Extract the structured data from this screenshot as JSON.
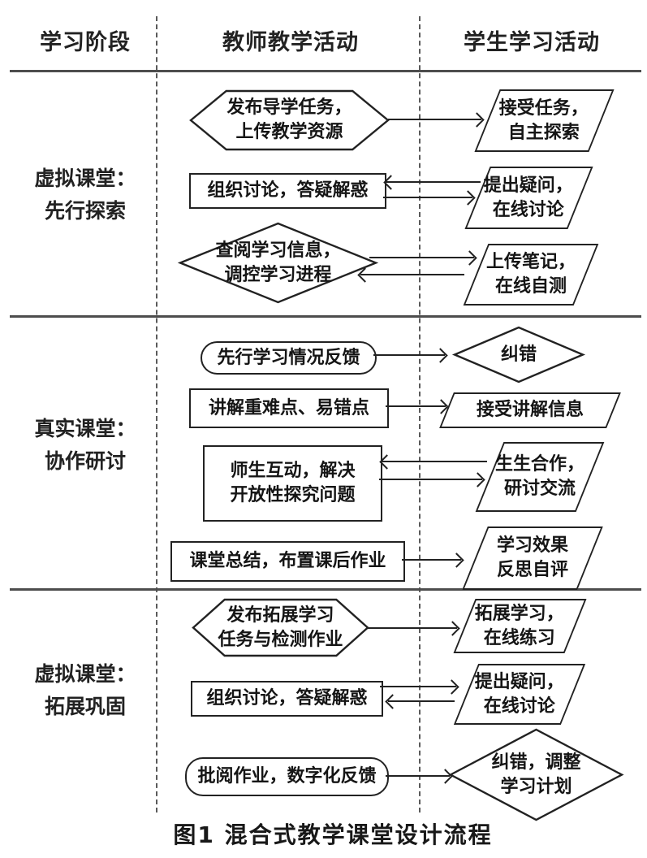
{
  "header": {
    "stage": "学习阶段",
    "teacher": "教师教学活动",
    "student": "学生学习活动"
  },
  "colors": {
    "ink": "#222222",
    "rule": "#4d4d4d",
    "background": "#ffffff"
  },
  "sections": [
    {
      "stage_line1": "虚拟课堂：",
      "stage_line2": "先行探索",
      "rows": [
        {
          "teacher_shape": "hexagon",
          "teacher_line1": "发布导学任务，",
          "teacher_line2": "上传教学资源",
          "arrows": [
            "teacher→student"
          ],
          "student_shape": "parallelogram",
          "student_line1": "接受任务，",
          "student_line2": "自主探索"
        },
        {
          "teacher_shape": "rectangle",
          "teacher_line1": "组织讨论，答疑解惑",
          "arrows": [
            "student→teacher",
            "teacher→student"
          ],
          "student_shape": "parallelogram",
          "student_line1": "提出疑问，",
          "student_line2": "在线讨论"
        },
        {
          "teacher_shape": "diamond",
          "teacher_line1": "查阅学习信息，",
          "teacher_line2": "调控学习进程",
          "arrows": [
            "teacher→student",
            "student→teacher"
          ],
          "student_shape": "parallelogram",
          "student_line1": "上传笔记，",
          "student_line2": "在线自测"
        }
      ]
    },
    {
      "stage_line1": "真实课堂：",
      "stage_line2": "协作研讨",
      "rows": [
        {
          "teacher_shape": "stadium",
          "teacher_line1": "先行学习情况反馈",
          "arrows": [
            "teacher→student"
          ],
          "student_shape": "diamond",
          "student_line1": "纠错"
        },
        {
          "teacher_shape": "rectangle",
          "teacher_line1": "讲解重难点、易错点",
          "arrows": [
            "teacher→student"
          ],
          "student_shape": "parallelogram",
          "student_line1": "接受讲解信息"
        },
        {
          "teacher_shape": "rectangle",
          "teacher_line1": "师生互动，解决",
          "teacher_line2": "开放性探究问题",
          "arrows": [
            "student→teacher",
            "teacher→student"
          ],
          "student_shape": "parallelogram",
          "student_line1": "生生合作，",
          "student_line2": "研讨交流"
        },
        {
          "teacher_shape": "rectangle",
          "teacher_line1": "课堂总结，布置课后作业",
          "arrows": [
            "teacher→student"
          ],
          "student_shape": "parallelogram",
          "student_line1": "学习效果",
          "student_line2": "反思自评"
        }
      ]
    },
    {
      "stage_line1": "虚拟课堂：",
      "stage_line2": "拓展巩固",
      "rows": [
        {
          "teacher_shape": "hexagon",
          "teacher_line1": "发布拓展学习",
          "teacher_line2": "任务与检测作业",
          "arrows": [
            "teacher→student"
          ],
          "student_shape": "parallelogram",
          "student_line1": "拓展学习，",
          "student_line2": "在线练习"
        },
        {
          "teacher_shape": "rectangle",
          "teacher_line1": "组织讨论，答疑解惑",
          "arrows": [
            "teacher→student",
            "student→teacher"
          ],
          "student_shape": "parallelogram",
          "student_line1": "提出疑问，",
          "student_line2": "在线讨论"
        },
        {
          "teacher_shape": "stadium",
          "teacher_line1": "批阅作业，数字化反馈",
          "arrows": [
            "teacher→student"
          ],
          "student_shape": "diamond",
          "student_line1": "纠错，调整",
          "student_line2": "学习计划"
        }
      ]
    }
  ],
  "caption": "图1 混合式教学课堂设计流程"
}
